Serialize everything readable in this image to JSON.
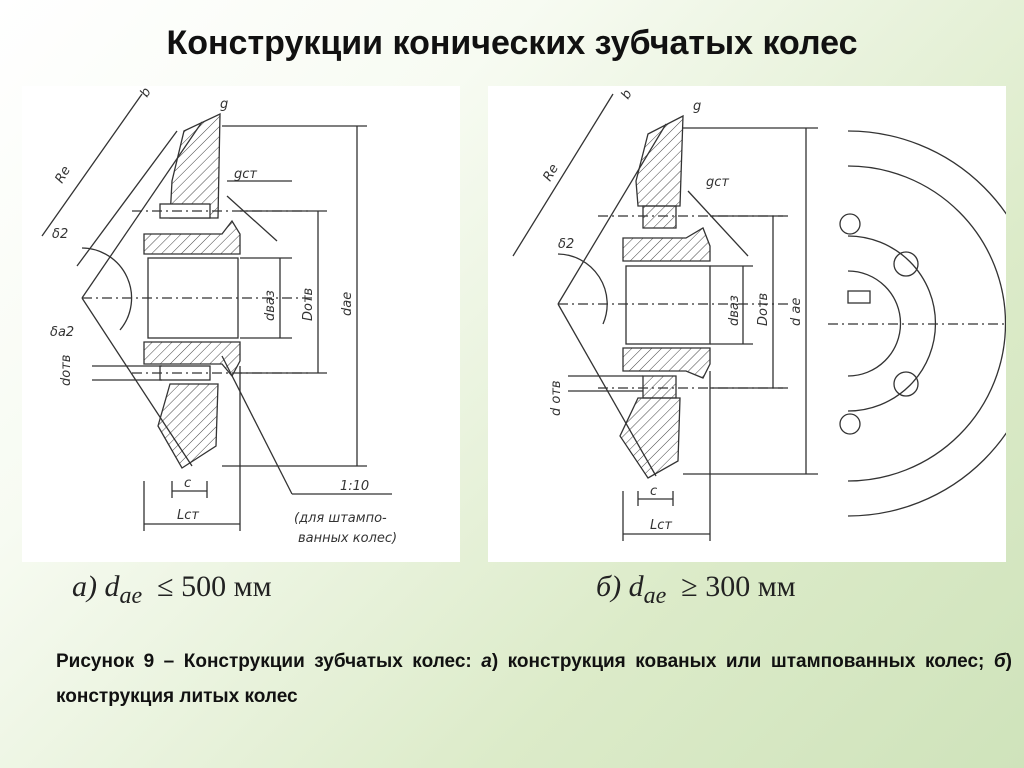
{
  "title": "Конструкции конических зубчатых колес",
  "drawing_a": {
    "labels": {
      "b": "b",
      "g": "g",
      "Re": "Re",
      "gst": "gст",
      "delta2": "δ2",
      "deltaa2": "δa2",
      "dotv": "dотв",
      "dvaz": "dваз",
      "Dotv": "Dотв",
      "dae": "dae",
      "c": "c",
      "Lst": "Lст",
      "taper": "1:10",
      "note_line1": "(для штампо-",
      "note_line2": "ванных колес)"
    }
  },
  "drawing_b": {
    "labels": {
      "b": "b",
      "g": "g",
      "Re": "Re",
      "gst": "gст",
      "delta2": "δ2",
      "dotv": "d отв",
      "dvaz": "dваз",
      "Dotv": "Dотв",
      "dae": "d ae",
      "c": "c",
      "Lst": "Lст"
    }
  },
  "formula_a": {
    "prefix": "а)",
    "var": "d",
    "sub": "ae",
    "rel": "≤ 500 мм"
  },
  "formula_b": {
    "prefix": "б)",
    "var": "d",
    "sub": "ae",
    "rel": "≥ 300 мм"
  },
  "caption": {
    "part1": "Рисунок 9 –  Конструкции зубчатых колес: ",
    "label_a": "а",
    "part2": ") конструкция кованых или штампованных колес; ",
    "label_b": "б",
    "part3": ") конструкция литых колес"
  }
}
